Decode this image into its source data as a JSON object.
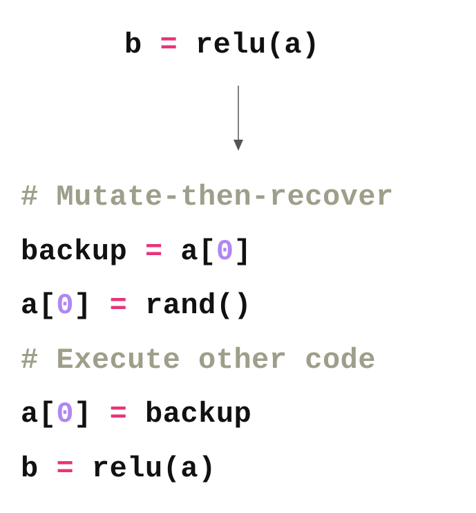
{
  "top_statement": {
    "lhs": "b",
    "op": "=",
    "rhs": "relu(a)"
  },
  "code_block": {
    "line1_comment": "# Mutate-then-recover",
    "line2": {
      "lhs": "backup",
      "op": "=",
      "rhs_pre": "a[",
      "rhs_idx": "0",
      "rhs_post": "]"
    },
    "line3": {
      "lhs_pre": "a[",
      "lhs_idx": "0",
      "lhs_post": "]",
      "op": "=",
      "rhs": "rand()"
    },
    "line4_comment": "# Execute other code",
    "line5": {
      "lhs_pre": "a[",
      "lhs_idx": "0",
      "lhs_post": "]",
      "op": "=",
      "rhs": "backup"
    },
    "line6": {
      "lhs": "b",
      "op": "=",
      "rhs": "relu(a)"
    }
  },
  "colors": {
    "text": "#111111",
    "operator": "#e8347a",
    "number": "#b088f0",
    "comment": "#9e9e8a",
    "arrow": "#555555"
  }
}
